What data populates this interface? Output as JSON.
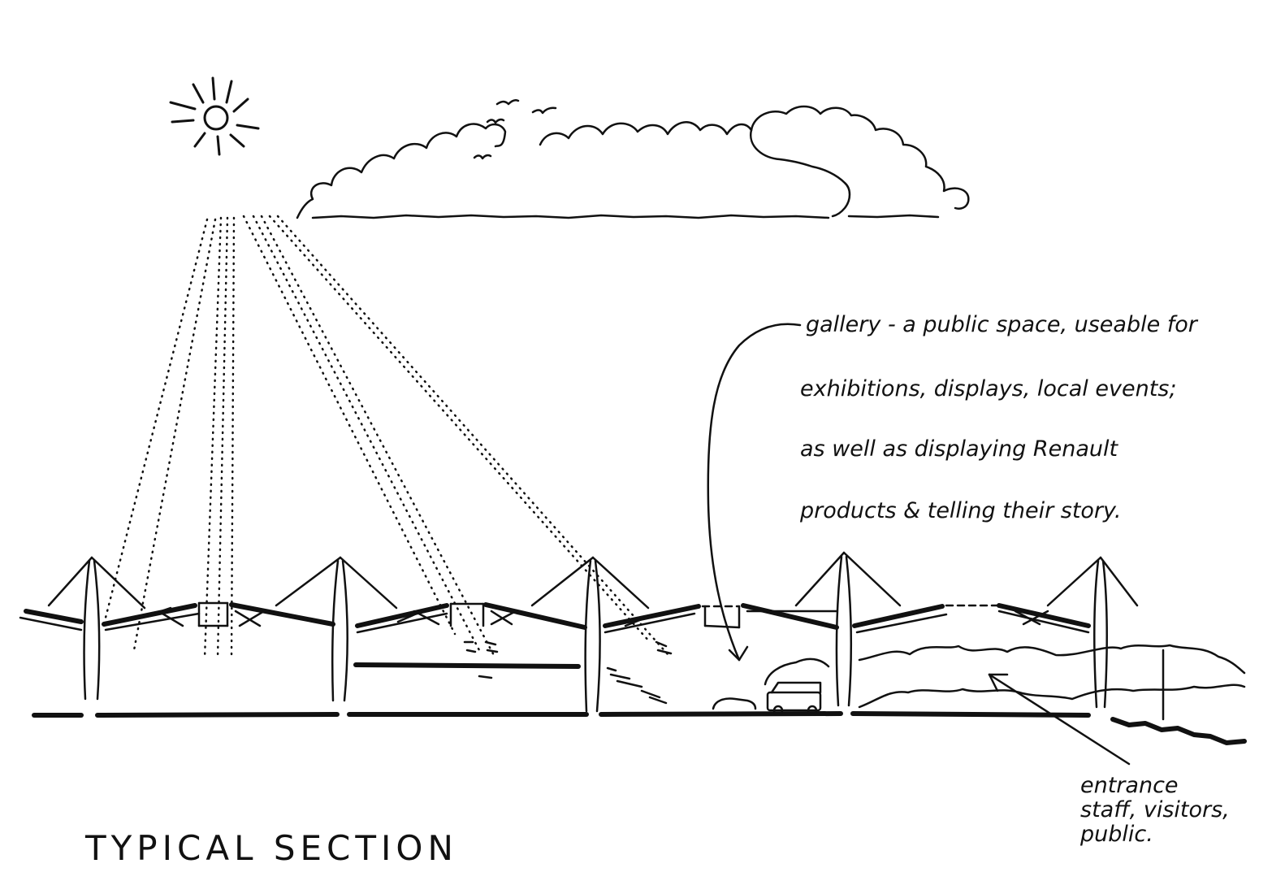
{
  "annotations": {
    "gallery_line1": "gallery - a public space, useable for",
    "gallery_line2": "exhibitions, displays, local events;",
    "gallery_line3": "as well as displaying Renault",
    "gallery_line4": "products & telling their story.",
    "entrance_line1": "entrance",
    "entrance_line2": "staff, visitors,",
    "entrance_line3": "public."
  },
  "title": "TYPICAL SECTION",
  "colors": {
    "ink": "#111111",
    "paper": "#ffffff"
  }
}
